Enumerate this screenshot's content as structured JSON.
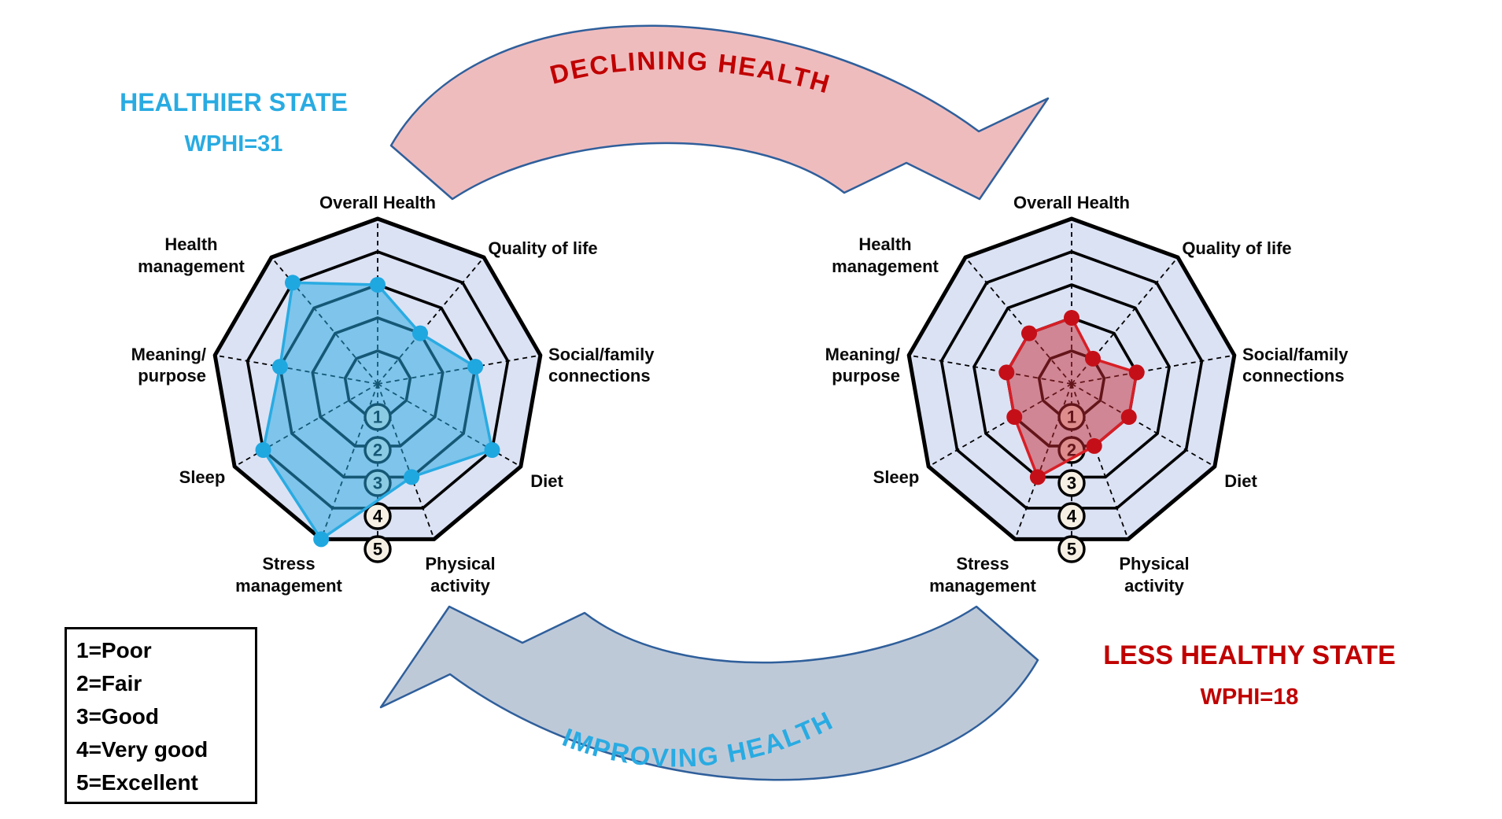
{
  "titles": {
    "left": {
      "state": "HEALTHIER STATE",
      "wphi": "WPHI=31"
    },
    "right": {
      "state": "LESS HEALTHY STATE",
      "wphi": "WPHI=18"
    }
  },
  "arrows": {
    "top": {
      "label": "DECLINING HEALTH",
      "band_color": "#EFBCBE",
      "text_color": "#C00000",
      "border_color": "#2F5F9B"
    },
    "bottom": {
      "label": "IMPROVING HEALTH",
      "band_color": "#BEC9D8",
      "text_color": "#29ABE2",
      "border_color": "#2F5F9B"
    }
  },
  "legend": {
    "items": [
      "1=Poor",
      "2=Fair",
      "3=Good",
      "4=Very good",
      "5=Excellent"
    ]
  },
  "chart_data": [
    {
      "type": "radar",
      "name": "healthier-state",
      "title": "HEALTHIER STATE",
      "wphi": 31,
      "scale_min": 1,
      "scale_max": 5,
      "scale_labels": [
        "1",
        "2",
        "3",
        "4",
        "5"
      ],
      "categories": [
        "Overall Health",
        "Quality of life",
        "Social/family connections",
        "Diet",
        "Physical activity",
        "Stress management",
        "Sleep",
        "Meaning/purpose",
        "Health management"
      ],
      "label_lines": [
        [
          "Overall Health"
        ],
        [
          "Quality of life"
        ],
        [
          "Social/family",
          "connections"
        ],
        [
          "Diet"
        ],
        [
          "Physical",
          "activity"
        ],
        [
          "Stress",
          "management"
        ],
        [
          "Sleep"
        ],
        [
          "Meaning/",
          "purpose"
        ],
        [
          "Health",
          "management"
        ]
      ],
      "values": [
        3,
        2,
        3,
        4,
        3,
        5,
        4,
        3,
        4
      ],
      "line_color": "#29ABE2",
      "dot_color": "#1FA7E0",
      "fill_color": "rgba(41,169,226,0.52)",
      "grid_fill": "#DBE2F4",
      "grid_line": "#000000",
      "badge_fill": "#F6F0E4"
    },
    {
      "type": "radar",
      "name": "less-healthy-state",
      "title": "LESS HEALTHY STATE",
      "wphi": 18,
      "scale_min": 1,
      "scale_max": 5,
      "scale_labels": [
        "1",
        "2",
        "3",
        "4",
        "5"
      ],
      "categories": [
        "Overall Health",
        "Quality of life",
        "Social/family connections",
        "Diet",
        "Physical activity",
        "Stress management",
        "Sleep",
        "Meaning/purpose",
        "Health management"
      ],
      "label_lines": [
        [
          "Overall Health"
        ],
        [
          "Quality of life"
        ],
        [
          "Social/family",
          "connections"
        ],
        [
          "Diet"
        ],
        [
          "Physical",
          "activity"
        ],
        [
          "Stress",
          "management"
        ],
        [
          "Sleep"
        ],
        [
          "Meaning/",
          "purpose"
        ],
        [
          "Health",
          "management"
        ]
      ],
      "values": [
        2,
        1,
        2,
        2,
        2,
        3,
        2,
        2,
        2
      ],
      "line_color": "#D81E26",
      "dot_color": "#C50F18",
      "fill_color": "rgba(197,42,52,0.5)",
      "grid_fill": "#DBE2F4",
      "grid_line": "#000000",
      "badge_fill": "#F6F0E4"
    }
  ]
}
